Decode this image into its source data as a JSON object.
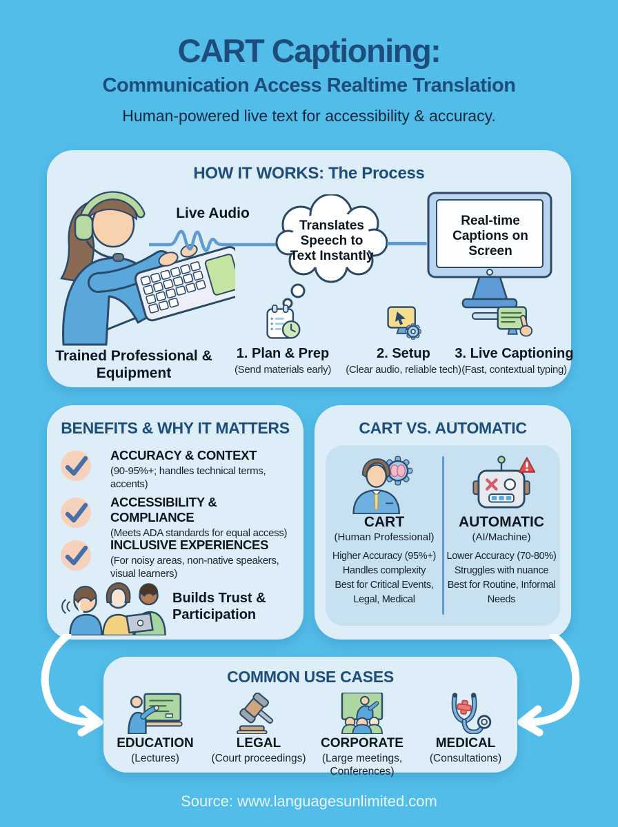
{
  "palette": {
    "background": "#53bdea",
    "panel": "#ddeef9",
    "panel_inner": "#c7e1f1",
    "heading_navy": "#1d4d7b",
    "text_dark": "#0d161f",
    "outline_navy": "#2a4a68",
    "wave_blue": "#5e9bd2",
    "check_circle_peach": "#f6d2bd",
    "check_mark_blue": "#4870a8",
    "arrow_white": "#ffffff"
  },
  "header": {
    "title": "CART Captioning:",
    "subtitle": "Communication Access Realtime Translation",
    "tagline": "Human-powered live text for accessibility & accuracy."
  },
  "how_it_works": {
    "title": "HOW IT WORKS: The Process",
    "live_audio_label": "Live Audio",
    "cloud_text": "Translates Speech to Text Instantly",
    "monitor_text": "Real-time Captions on Screen",
    "equipment_caption": "Trained Professional & Equipment",
    "steps": [
      {
        "icon": "calendar-clock-icon",
        "title": "1. Plan & Prep",
        "subtitle": "(Send materials early)"
      },
      {
        "icon": "monitor-gear-icon",
        "title": "2. Setup",
        "subtitle": "(Clear audio, reliable tech)"
      },
      {
        "icon": "screen-typing-icon",
        "title": "3. Live Captioning",
        "subtitle": "(Fast, contextual typing)"
      }
    ]
  },
  "benefits": {
    "title": "BENEFITS & WHY IT MATTERS",
    "items": [
      {
        "icon": "check-icon",
        "heading": "ACCURACY & CONTEXT",
        "detail": "(90-95%+; handles technical terms, accents)"
      },
      {
        "icon": "check-icon",
        "heading": "ACCESSIBILITY & COMPLIANCE",
        "detail": "(Meets ADA standards for equal access)"
      },
      {
        "icon": "check-icon",
        "heading": "INCLUSIVE EXPERIENCES",
        "detail": "(For noisy areas, non-native speakers, visual learners)"
      }
    ],
    "footer_note": "Builds Trust & Participation"
  },
  "comparison": {
    "title": "CART VS. AUTOMATIC",
    "cart": {
      "icon": "human-professional-icon",
      "name": "CART",
      "type": "(Human Professional)",
      "points": [
        "Higher Accuracy (95%+)",
        "Handles complexity",
        "Best for Critical Events, Legal, Medical"
      ]
    },
    "automatic": {
      "icon": "robot-warning-icon",
      "name": "AUTOMATIC",
      "type": "(AI/Machine)",
      "points": [
        "Lower Accuracy (70-80%)",
        "Struggles with nuance",
        "Best for Routine, Informal Needs"
      ]
    }
  },
  "use_cases": {
    "title": "COMMON USE CASES",
    "items": [
      {
        "icon": "education-icon",
        "name": "EDUCATION",
        "detail": "(Lectures)"
      },
      {
        "icon": "legal-gavel-icon",
        "name": "LEGAL",
        "detail": "(Court proceedings)"
      },
      {
        "icon": "corporate-meeting-icon",
        "name": "CORPORATE",
        "detail": "(Large meetings, Conferences)"
      },
      {
        "icon": "medical-stethoscope-icon",
        "name": "MEDICAL",
        "detail": "(Consultations)"
      }
    ]
  },
  "footer": {
    "source": "Source: www.languagesunlimited.com"
  }
}
